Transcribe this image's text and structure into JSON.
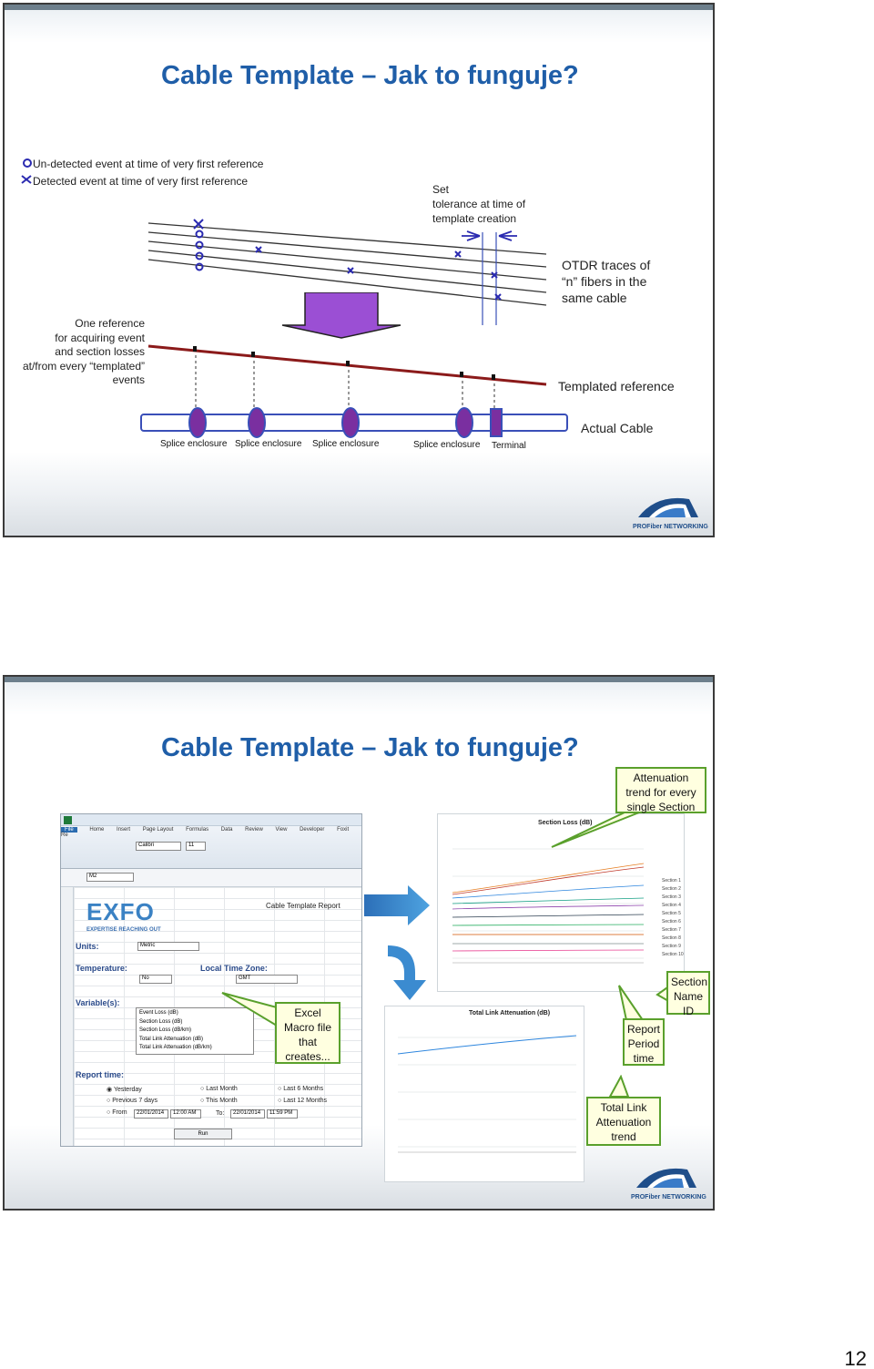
{
  "slide1": {
    "title": "Cable Template – Jak to funguje?",
    "legend": {
      "undetected": "Un-detected event at time of very first reference",
      "detected": "Detected event at time of very first reference"
    },
    "tolerance_label": [
      "Set",
      "tolerance at time of",
      "template creation"
    ],
    "otdr_label": [
      "OTDR traces of",
      "“n” fibers in the",
      "same cable"
    ],
    "reference_label": [
      "One reference",
      "for acquiring event",
      "and section losses",
      "at/from every “templated”",
      "events"
    ],
    "templated_reference": "Templated reference",
    "actual_cable": "Actual Cable",
    "enclosures": [
      "Splice enclosure",
      "Splice enclosure",
      "Splice enclosure",
      "Splice enclosure",
      "Terminal"
    ],
    "logo": "PROFiber NETWORKING"
  },
  "slide2": {
    "title": "Cable Template – Jak to funguje?",
    "callouts": {
      "attenuation": "Attenuation trend for every single Section",
      "excel": "Excel Macro file that creates...",
      "report_period": "Report Period time",
      "section_name": "Section Name ID",
      "total_link": "Total Link Attenuation trend"
    },
    "excel": {
      "tabs": [
        "File",
        "Home",
        "Insert",
        "Page Layout",
        "Formulas",
        "Data",
        "Review",
        "View",
        "Developer",
        "Foxit Re"
      ],
      "cell_ref": "M2",
      "font": "Calibri",
      "font_size": "11",
      "brand": "EXFO",
      "brand_sub": "EXPERTISE REACHING OUT",
      "report_title": "Cable Template Report",
      "units_label": "Units:",
      "units_value": "Metric",
      "temperature_label": "Temperature:",
      "temperature_value": "No",
      "timezone_label": "Local Time Zone:",
      "timezone_value": "GMT",
      "variables_label": "Variable(s):",
      "variables": [
        "Event Loss (dB)",
        "Section Loss (dB)",
        "Section Loss (dB/km)",
        "Total Link Attenuation (dB)",
        "Total Link Attenuation (dB/km)"
      ],
      "report_time_label": "Report time:",
      "report_time_options": [
        "Yesterday",
        "Previous 7 days",
        "Last Month",
        "This Month",
        "Last 6 Months",
        "Last 12 Months"
      ],
      "from_label": "From",
      "from_value": "22/01/2014",
      "from_time": "12:00 AM",
      "to_label": "To:",
      "to_value": "22/01/2014",
      "to_time": "11:59 PM",
      "run_label": "Run"
    },
    "chart1": {
      "title": "Section Loss (dB)",
      "legend": [
        "Section 1",
        "Section 2",
        "Section 3",
        "Section 4",
        "Section 5",
        "Section 6",
        "Section 7",
        "Section 8",
        "Section 9",
        "Section 10"
      ]
    },
    "chart2": {
      "title": "Total Link Attenuation (dB)"
    },
    "logo": "PROFiber NETWORKING"
  },
  "page_number": "12",
  "colors": {
    "title": "#1f5ea8",
    "callout_border": "#5aa02c",
    "callout_fill": "#ffffe0",
    "arrow_purple": "#9b4fd4",
    "cable": "#9b1c1c"
  }
}
